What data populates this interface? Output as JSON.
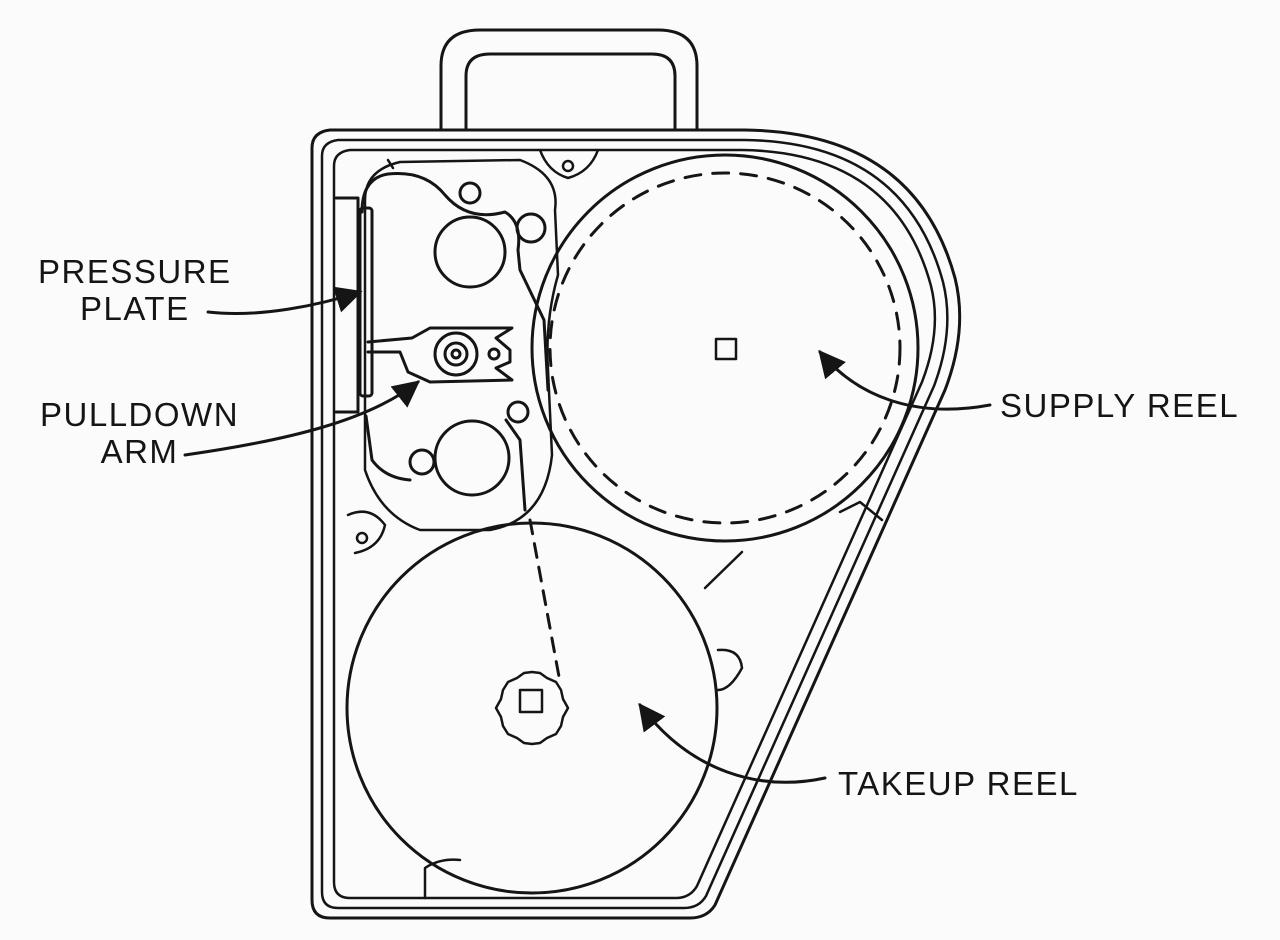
{
  "diagram": {
    "labels": {
      "pressure_plate": {
        "line1": "PRESSURE",
        "line2": "PLATE"
      },
      "pulldown_arm": {
        "line1": "PULLDOWN",
        "line2": "ARM"
      },
      "supply_reel": "SUPPLY REEL",
      "takeup_reel": "TAKEUP REEL"
    },
    "colors": {
      "ink": "#151515",
      "paper": "#fbfbfb"
    }
  }
}
